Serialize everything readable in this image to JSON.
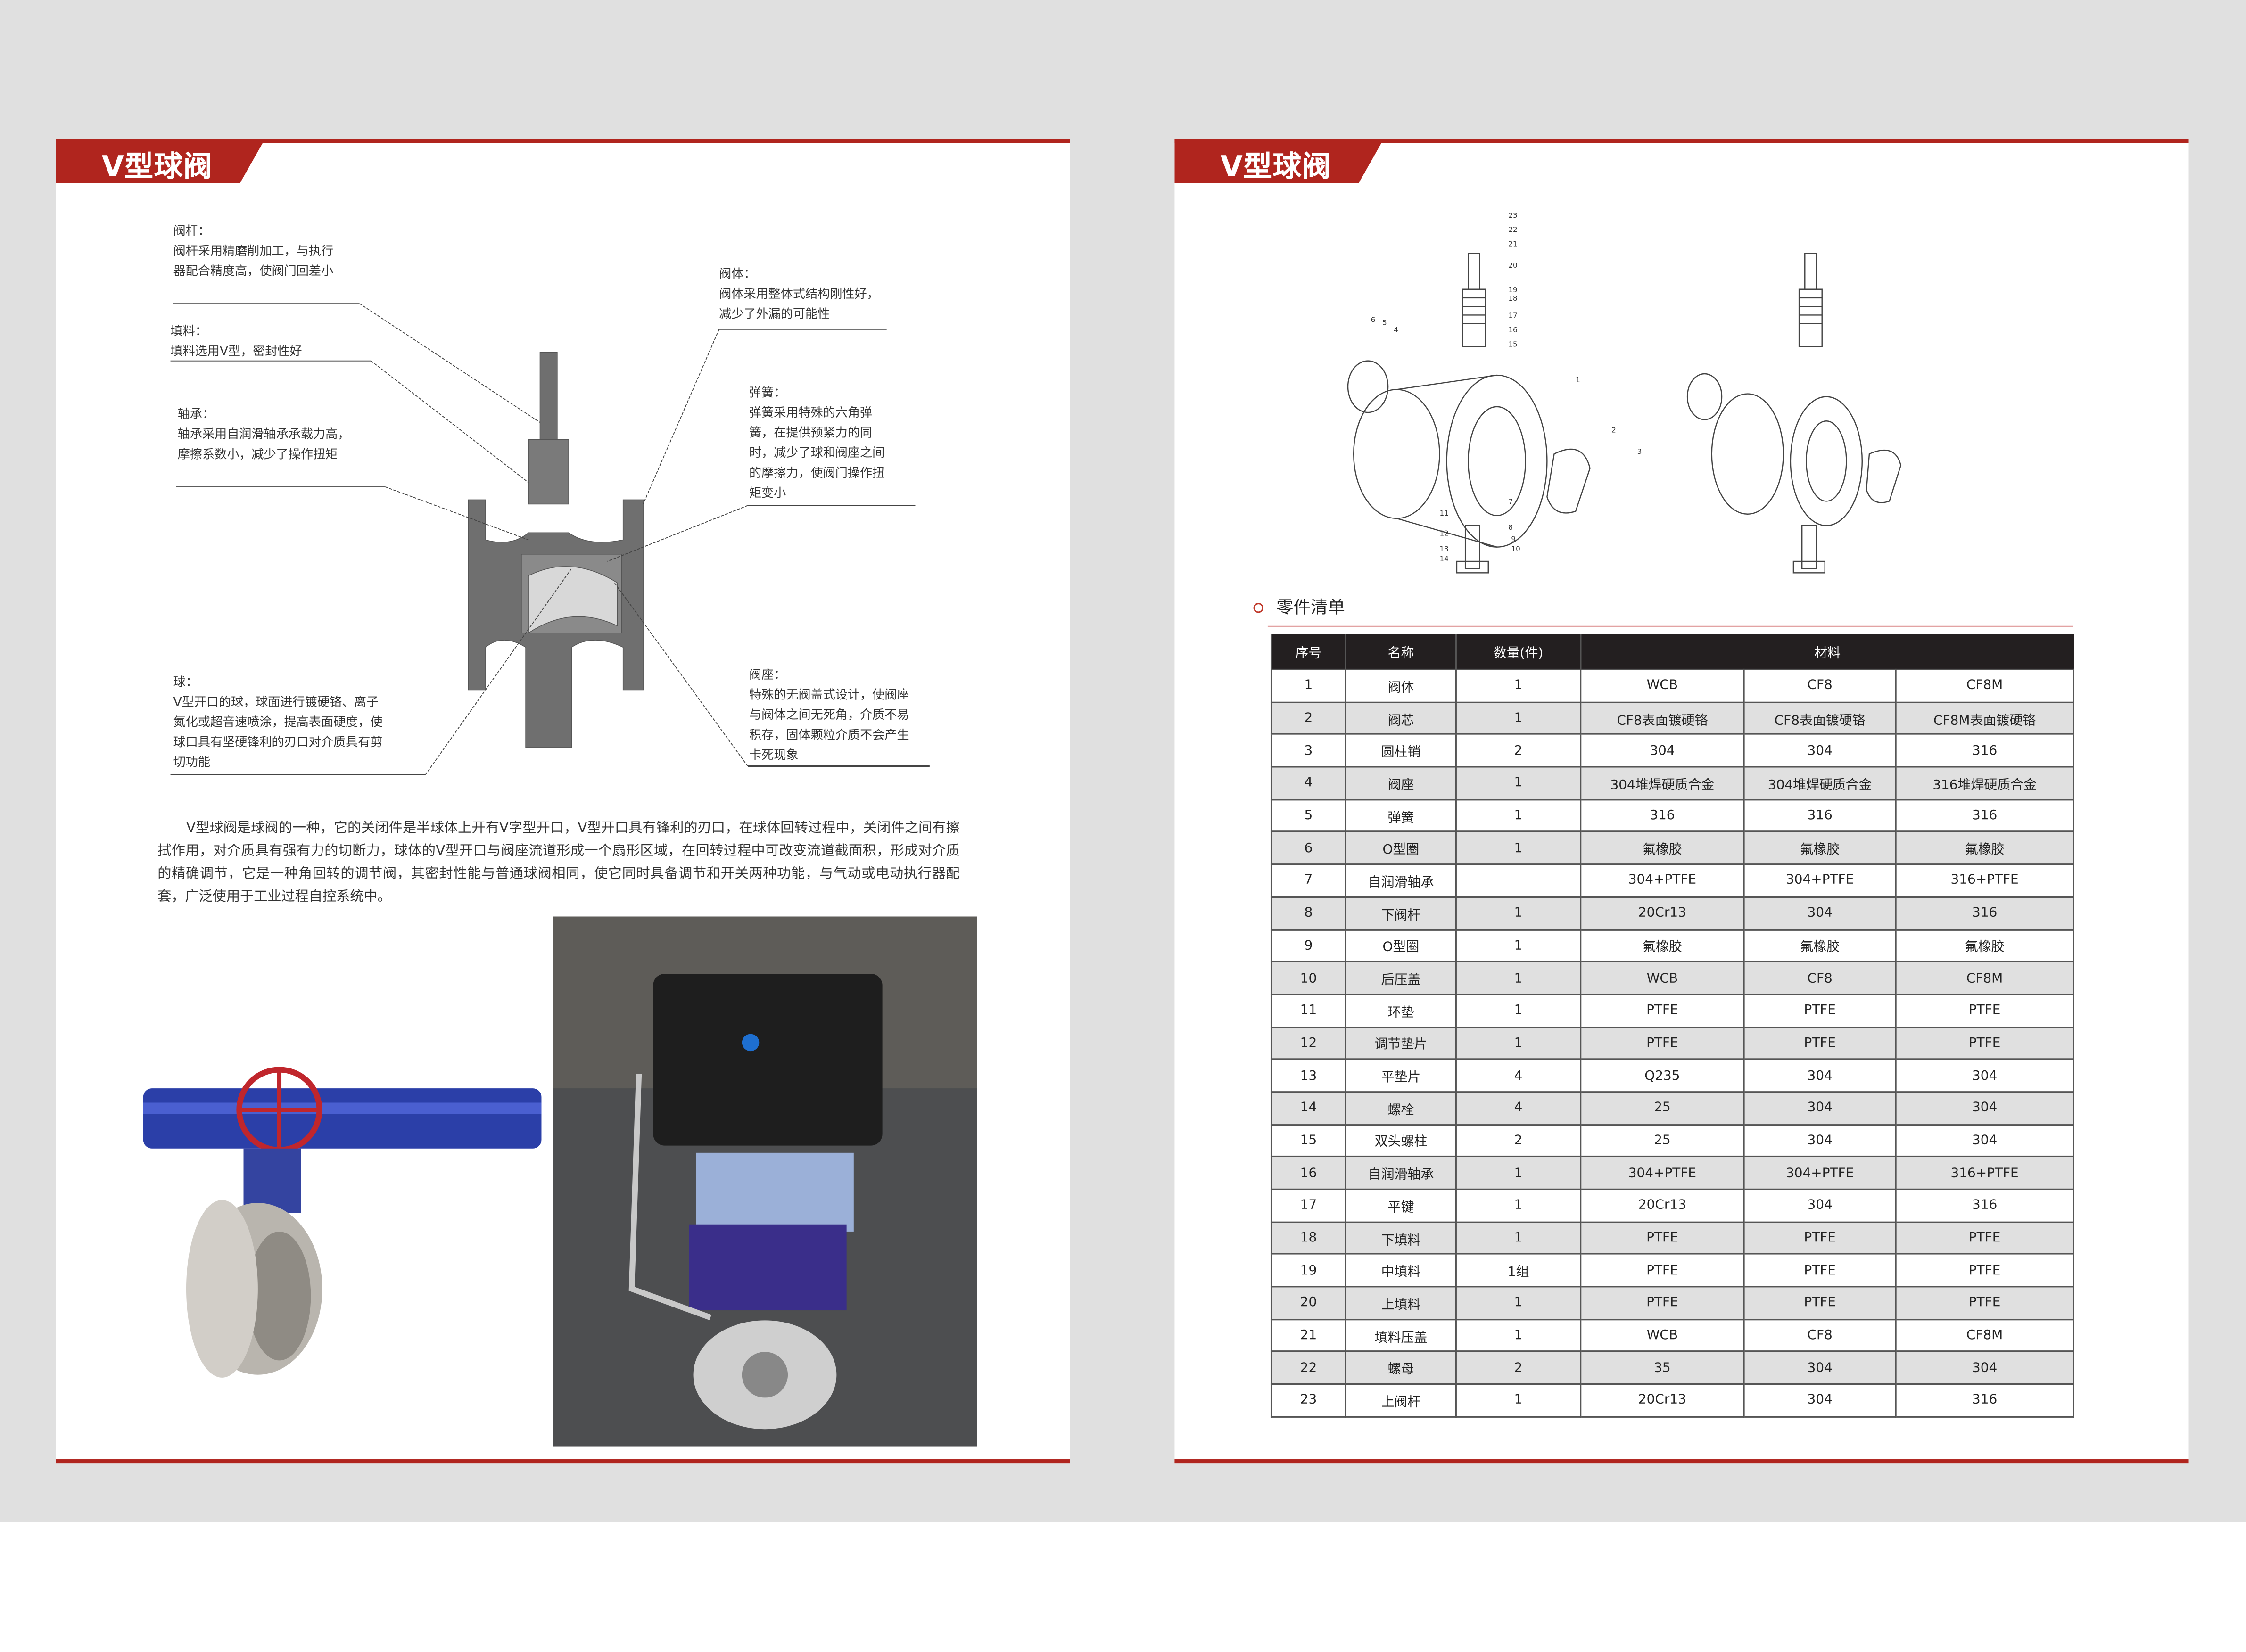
{
  "left_page": {
    "title": "V型球阀",
    "annotations": {
      "stem": {
        "title": "阀杆：",
        "text": "阀杆采用精磨削加工，与执行器配合精度高，使阀门回差小"
      },
      "packing": {
        "title": "填料：",
        "text": "填料选用V型，密封性好"
      },
      "bearing": {
        "title": "轴承：",
        "text": "轴承采用自润滑轴承承载力高，摩擦系数小，减少了操作扭矩"
      },
      "body": {
        "title": "阀体：",
        "text": "阀体采用整体式结构刚性好，减少了外漏的可能性"
      },
      "spring": {
        "title": "弹簧：",
        "text": "弹簧采用特殊的六角弹簧，在提供预紧力的同时，减少了球和阀座之间的摩擦力，使阀门操作扭矩变小"
      },
      "ball": {
        "title": "球：",
        "text": "V型开口的球，球面进行镀硬铬、离子氮化或超音速喷涂，提高表面硬度，使球口具有坚硬锋利的刃口对介质具有剪切功能"
      },
      "seat": {
        "title": "阀座：",
        "text": "特殊的无阀盖式设计，使阀座与阀体之间无死角，介质不易积存，固体颗粒介质不会产生卡死现象"
      }
    },
    "description": "V型球阀是球阀的一种，它的关闭件是半球体上开有V字型开口，V型开口具有锋利的刃口，在球体回转过程中，关闭件之间有擦拭作用，对介质具有强有力的切断力，球体的V型开口与阀座流道形成一个扇形区域，在回转过程中可改变流道截面积，形成对介质的精确调节，它是一种角回转的调节阀，其密封性能与普通球阀相同，使它同时具备调节和开关两种功能，与气动或电动执行器配套，广泛使用于工业过程自控系统中。"
  },
  "right_page": {
    "title": "V型球阀",
    "section_title": "零件清单",
    "table": {
      "headers": [
        "序号",
        "名称",
        "数量(件)",
        "材料"
      ],
      "rows": [
        [
          "1",
          "阀体",
          "1",
          "WCB",
          "CF8",
          "CF8M"
        ],
        [
          "2",
          "阀芯",
          "1",
          "CF8表面镀硬铬",
          "CF8表面镀硬铬",
          "CF8M表面镀硬铬"
        ],
        [
          "3",
          "圆柱销",
          "2",
          "304",
          "304",
          "316"
        ],
        [
          "4",
          "阀座",
          "1",
          "304堆焊硬质合金",
          "304堆焊硬质合金",
          "316堆焊硬质合金"
        ],
        [
          "5",
          "弹簧",
          "1",
          "316",
          "316",
          "316"
        ],
        [
          "6",
          "O型圈",
          "1",
          "氟橡胶",
          "氟橡胶",
          "氟橡胶"
        ],
        [
          "7",
          "自润滑轴承",
          "",
          "304+PTFE",
          "304+PTFE",
          "316+PTFE"
        ],
        [
          "8",
          "下阀杆",
          "1",
          "20Cr13",
          "304",
          "316"
        ],
        [
          "9",
          "O型圈",
          "1",
          "氟橡胶",
          "氟橡胶",
          "氟橡胶"
        ],
        [
          "10",
          "后压盖",
          "1",
          "WCB",
          "CF8",
          "CF8M"
        ],
        [
          "11",
          "环垫",
          "1",
          "PTFE",
          "PTFE",
          "PTFE"
        ],
        [
          "12",
          "调节垫片",
          "1",
          "PTFE",
          "PTFE",
          "PTFE"
        ],
        [
          "13",
          "平垫片",
          "4",
          "Q235",
          "304",
          "304"
        ],
        [
          "14",
          "螺栓",
          "4",
          "25",
          "304",
          "304"
        ],
        [
          "15",
          "双头螺柱",
          "2",
          "25",
          "304",
          "304"
        ],
        [
          "16",
          "自润滑轴承",
          "1",
          "304+PTFE",
          "304+PTFE",
          "316+PTFE"
        ],
        [
          "17",
          "平键",
          "1",
          "20Cr13",
          "304",
          "316"
        ],
        [
          "18",
          "下填料",
          "1",
          "PTFE",
          "PTFE",
          "PTFE"
        ],
        [
          "19",
          "中填料",
          "1组",
          "PTFE",
          "PTFE",
          "PTFE"
        ],
        [
          "20",
          "上填料",
          "1",
          "PTFE",
          "PTFE",
          "PTFE"
        ],
        [
          "21",
          "填料压盖",
          "1",
          "WCB",
          "CF8",
          "CF8M"
        ],
        [
          "22",
          "螺母",
          "2",
          "35",
          "304",
          "304"
        ],
        [
          "23",
          "上阀杆",
          "1",
          "20Cr13",
          "304",
          "316"
        ]
      ]
    },
    "diagram_labels": [
      "23",
      "22",
      "21",
      "20",
      "19",
      "18",
      "17",
      "16",
      "15",
      "1",
      "2",
      "3",
      "4",
      "5",
      "6",
      "7",
      "8",
      "9",
      "10",
      "11",
      "12",
      "13",
      "14"
    ]
  },
  "colors": {
    "accent": "#b0251e",
    "header_bg": "#231f20",
    "row_alt": "#e0e0e0"
  }
}
